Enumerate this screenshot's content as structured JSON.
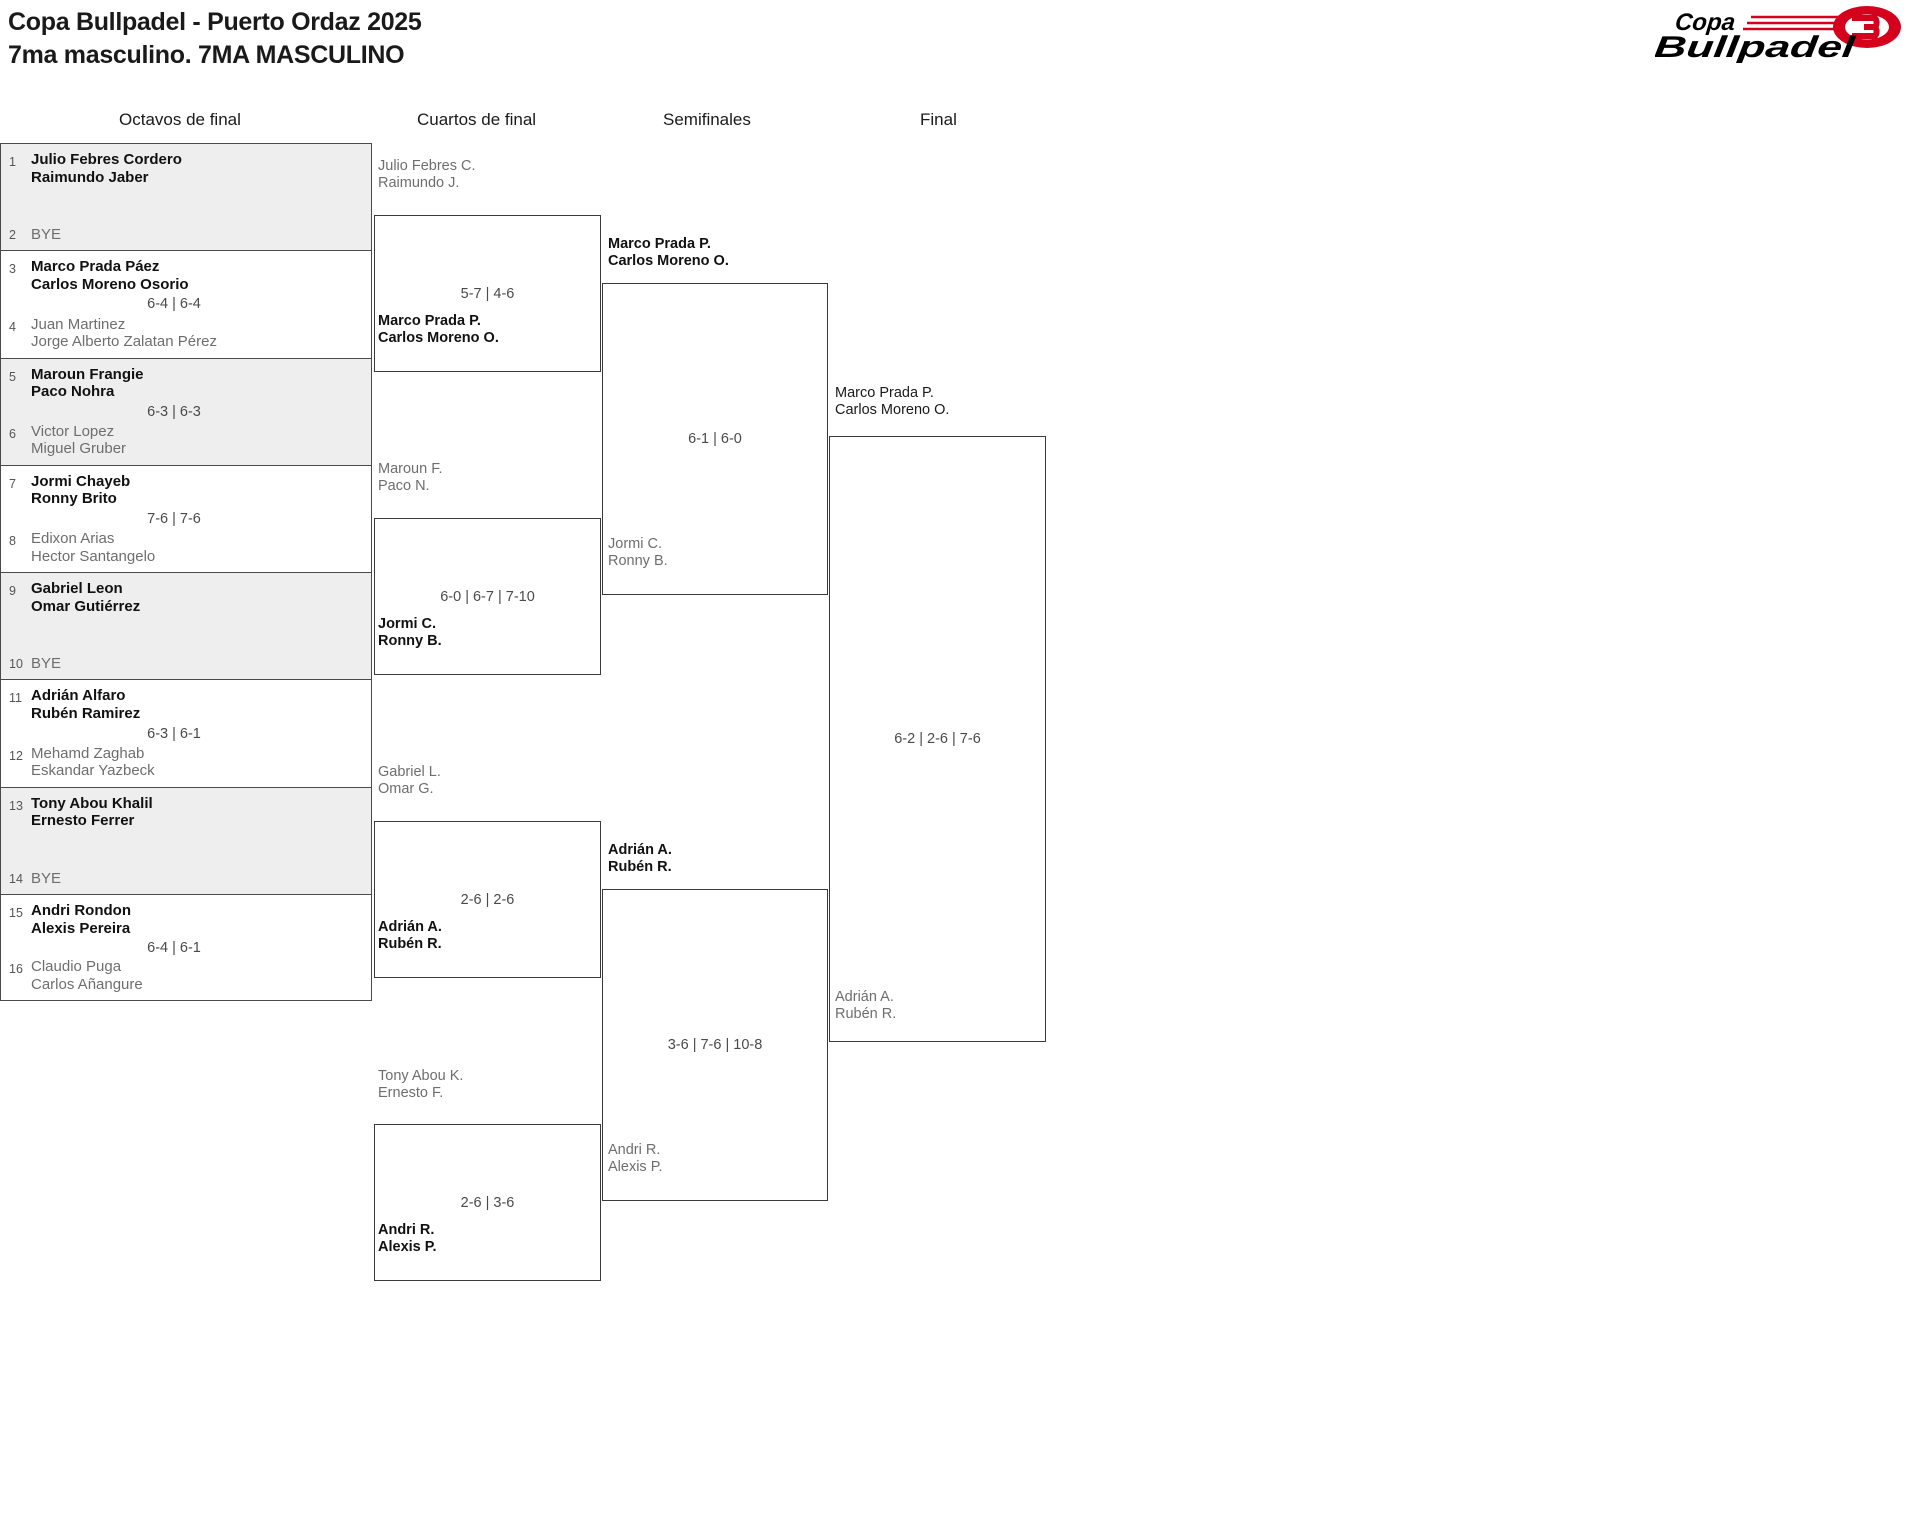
{
  "header": {
    "title_line1": "Copa Bullpadel - Puerto Ordaz 2025",
    "title_line2": "7ma masculino. 7MA MASCULINO",
    "logo_text_top": "Copa",
    "logo_text_bottom": "Bullpadel",
    "logo_colors": {
      "text": "#000000",
      "accent": "#d4021d"
    }
  },
  "rounds": [
    {
      "label": "Octavos de final"
    },
    {
      "label": "Cuartos de final"
    },
    {
      "label": "Semifinales"
    },
    {
      "label": "Final"
    }
  ],
  "round1": [
    {
      "shaded": true,
      "score": "",
      "top": {
        "seed": "1",
        "p1": "Julio Febres Cordero",
        "p2": "Raimundo Jaber",
        "state": "win"
      },
      "bottom": {
        "seed": "2",
        "p1": "BYE",
        "p2": "",
        "state": "bye"
      }
    },
    {
      "shaded": false,
      "score": "6-4 | 6-4",
      "top": {
        "seed": "3",
        "p1": "Marco Prada Páez",
        "p2": "Carlos Moreno Osorio",
        "state": "win"
      },
      "bottom": {
        "seed": "4",
        "p1": "Juan Martinez",
        "p2": "Jorge Alberto Zalatan Pérez",
        "state": "lose"
      }
    },
    {
      "shaded": true,
      "score": "6-3 | 6-3",
      "top": {
        "seed": "5",
        "p1": "Maroun Frangie",
        "p2": "Paco Nohra",
        "state": "win"
      },
      "bottom": {
        "seed": "6",
        "p1": "Victor Lopez",
        "p2": "Miguel Gruber",
        "state": "lose"
      }
    },
    {
      "shaded": false,
      "score": "7-6 | 7-6",
      "top": {
        "seed": "7",
        "p1": "Jormi Chayeb",
        "p2": "Ronny Brito",
        "state": "win"
      },
      "bottom": {
        "seed": "8",
        "p1": "Edixon Arias",
        "p2": "Hector Santangelo",
        "state": "lose"
      }
    },
    {
      "shaded": true,
      "score": "",
      "top": {
        "seed": "9",
        "p1": "Gabriel Leon",
        "p2": "Omar Gutiérrez",
        "state": "win"
      },
      "bottom": {
        "seed": "10",
        "p1": "BYE",
        "p2": "",
        "state": "bye"
      }
    },
    {
      "shaded": false,
      "score": "6-3 | 6-1",
      "top": {
        "seed": "11",
        "p1": "Adrián Alfaro",
        "p2": "Rubén Ramirez",
        "state": "win"
      },
      "bottom": {
        "seed": "12",
        "p1": "Mehamd Zaghab",
        "p2": "Eskandar Yazbeck",
        "state": "lose"
      }
    },
    {
      "shaded": true,
      "score": "",
      "top": {
        "seed": "13",
        "p1": "Tony Abou Khalil",
        "p2": "Ernesto Ferrer",
        "state": "win"
      },
      "bottom": {
        "seed": "14",
        "p1": "BYE",
        "p2": "",
        "state": "bye"
      }
    },
    {
      "shaded": false,
      "score": "6-4 | 6-1",
      "top": {
        "seed": "15",
        "p1": "Andri Rondon",
        "p2": "Alexis Pereira",
        "state": "win"
      },
      "bottom": {
        "seed": "16",
        "p1": "Claudio Puga",
        "p2": "Carlos Añangure",
        "state": "lose"
      }
    }
  ],
  "round2": [
    {
      "score": "5-7 | 4-6",
      "top": {
        "p1": "Julio Febres C.",
        "p2": "Raimundo J.",
        "state": "lose"
      },
      "bottom": {
        "p1": "Marco Prada P.",
        "p2": "Carlos Moreno O.",
        "state": "win"
      }
    },
    {
      "score": "6-0 | 6-7 | 7-10",
      "top": {
        "p1": "Maroun F.",
        "p2": "Paco N.",
        "state": "lose"
      },
      "bottom": {
        "p1": "Jormi C.",
        "p2": "Ronny B.",
        "state": "win"
      }
    },
    {
      "score": "2-6 | 2-6",
      "top": {
        "p1": "Gabriel L.",
        "p2": "Omar G.",
        "state": "lose"
      },
      "bottom": {
        "p1": "Adrián A.",
        "p2": "Rubén R.",
        "state": "win"
      }
    },
    {
      "score": "2-6 | 3-6",
      "top": {
        "p1": "Tony Abou K.",
        "p2": "Ernesto F.",
        "state": "lose"
      },
      "bottom": {
        "p1": "Andri R.",
        "p2": "Alexis P.",
        "state": "win"
      }
    }
  ],
  "round3": [
    {
      "score": "6-1 | 6-0",
      "top": {
        "p1": "Marco Prada P.",
        "p2": "Carlos Moreno O.",
        "state": "win"
      },
      "bottom": {
        "p1": "Jormi C.",
        "p2": "Ronny B.",
        "state": "lose"
      }
    },
    {
      "score": "3-6 | 7-6 | 10-8",
      "top": {
        "p1": "Adrián A.",
        "p2": "Rubén R.",
        "state": "win"
      },
      "bottom": {
        "p1": "Andri R.",
        "p2": "Alexis P.",
        "state": "lose"
      }
    }
  ],
  "final": {
    "score": "6-2 | 2-6 | 7-6",
    "top": {
      "p1": "Marco Prada P.",
      "p2": "Carlos Moreno O.",
      "state": "plainwin"
    },
    "bottom": {
      "p1": "Adrián A.",
      "p2": "Rubén R.",
      "state": "lose"
    }
  }
}
